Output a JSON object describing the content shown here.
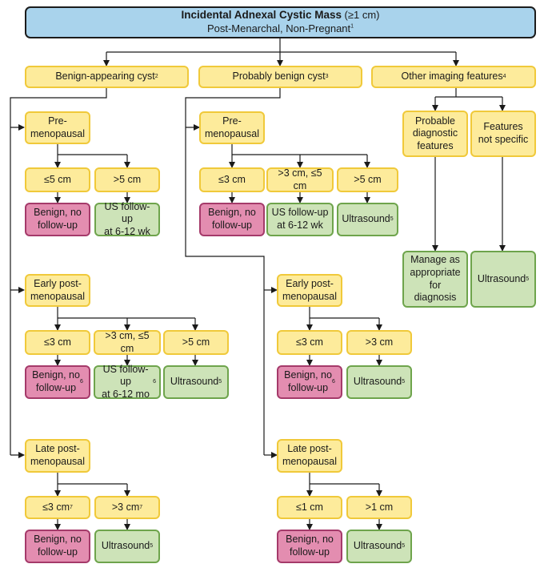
{
  "title": {
    "main": "Incidental Adnexal Cystic Mass",
    "suffix": "(≥1 cm)",
    "subtitle": "Post-Menarchal, Non-Pregnant",
    "subtitle_ref": "1"
  },
  "categories": {
    "benign": {
      "label": "Benign-appearing cyst",
      "ref": "2"
    },
    "probably": {
      "label": "Probably benign cyst",
      "ref": "3"
    },
    "other": {
      "label": "Other imaging features",
      "ref": "4"
    }
  },
  "benign": {
    "pre": {
      "label": "Pre-\nmenopausal",
      "sizes": [
        {
          "label": "≤5 cm",
          "ref": ""
        },
        {
          "label": ">5 cm",
          "ref": ""
        }
      ],
      "outcomes": [
        {
          "label": "Benign, no\nfollow-up",
          "ref": ""
        },
        {
          "label": "US follow-up\nat 6-12 wk",
          "ref": ""
        }
      ]
    },
    "early": {
      "label": "Early post-\nmenopausal",
      "sizes": [
        {
          "label": "≤3 cm",
          "ref": ""
        },
        {
          "label": ">3 cm, ≤5 cm",
          "ref": ""
        },
        {
          "label": ">5 cm",
          "ref": ""
        }
      ],
      "outcomes": [
        {
          "label": "Benign, no\nfollow-up",
          "ref": "6"
        },
        {
          "label": "US follow-up\nat 6-12 mo",
          "ref": "6"
        },
        {
          "label": "Ultrasound",
          "ref": "5"
        }
      ]
    },
    "late": {
      "label": "Late post-\nmenopausal",
      "sizes": [
        {
          "label": "≤3 cm",
          "ref": "7"
        },
        {
          "label": ">3 cm",
          "ref": "7"
        }
      ],
      "outcomes": [
        {
          "label": "Benign, no\nfollow-up",
          "ref": ""
        },
        {
          "label": "Ultrasound",
          "ref": "5"
        }
      ]
    }
  },
  "probably": {
    "pre": {
      "label": "Pre-\nmenopausal",
      "sizes": [
        {
          "label": "≤3 cm",
          "ref": ""
        },
        {
          "label": ">3 cm, ≤5 cm",
          "ref": ""
        },
        {
          "label": ">5 cm",
          "ref": ""
        }
      ],
      "outcomes": [
        {
          "label": "Benign, no\nfollow-up",
          "ref": ""
        },
        {
          "label": "US follow-up\nat 6-12 wk",
          "ref": ""
        },
        {
          "label": "Ultrasound",
          "ref": "5"
        }
      ]
    },
    "early": {
      "label": "Early post-\nmenopausal",
      "sizes": [
        {
          "label": "≤3 cm",
          "ref": ""
        },
        {
          "label": ">3 cm",
          "ref": ""
        }
      ],
      "outcomes": [
        {
          "label": "Benign, no\nfollow-up",
          "ref": "6"
        },
        {
          "label": "Ultrasound",
          "ref": "5"
        }
      ]
    },
    "late": {
      "label": "Late post-\nmenopausal",
      "sizes": [
        {
          "label": "≤1 cm",
          "ref": ""
        },
        {
          "label": ">1 cm",
          "ref": ""
        }
      ],
      "outcomes": [
        {
          "label": "Benign, no\nfollow-up",
          "ref": ""
        },
        {
          "label": "Ultrasound",
          "ref": "5"
        }
      ]
    }
  },
  "other": {
    "branches": [
      {
        "label": "Probable\ndiagnostic\nfeatures",
        "ref": ""
      },
      {
        "label": "Features\nnot specific",
        "ref": ""
      }
    ],
    "outcomes": [
      {
        "label": "Manage as\nappropriate\nfor\ndiagnosis",
        "ref": ""
      },
      {
        "label": "Ultrasound",
        "ref": "5"
      }
    ]
  }
}
